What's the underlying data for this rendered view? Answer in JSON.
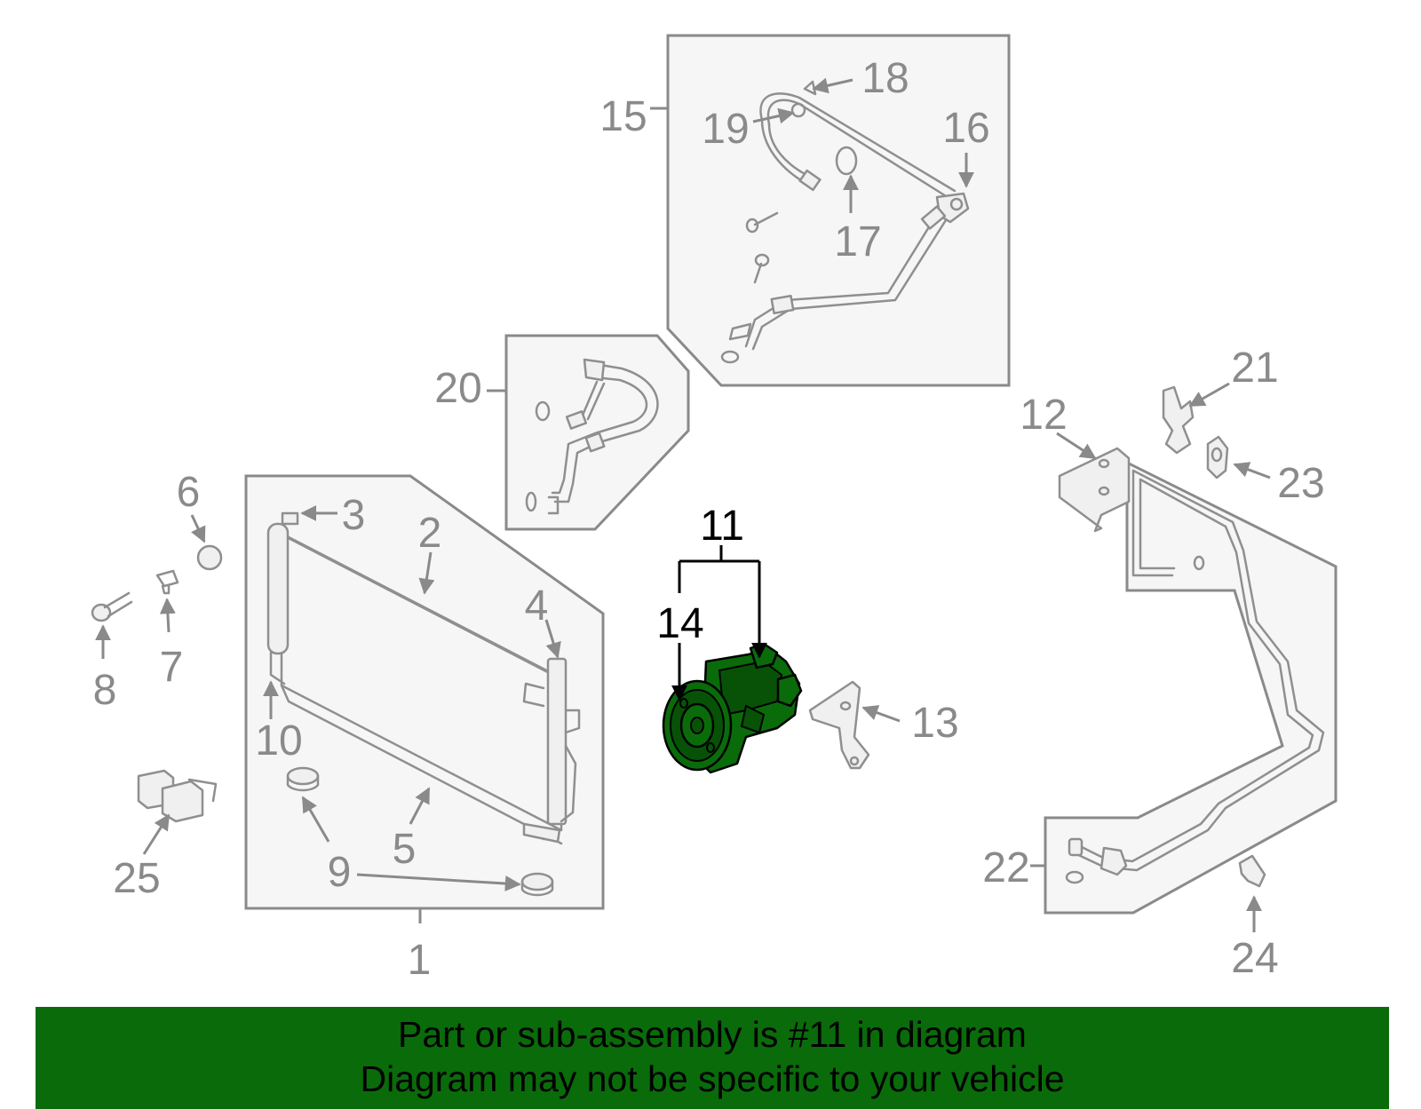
{
  "diagram": {
    "callouts": {
      "c1": "1",
      "c2": "2",
      "c3": "3",
      "c4": "4",
      "c5": "5",
      "c6": "6",
      "c7": "7",
      "c8": "8",
      "c9": "9",
      "c10": "10",
      "c11": "11",
      "c12": "12",
      "c13": "13",
      "c14": "14",
      "c15": "15",
      "c16": "16",
      "c17": "17",
      "c18": "18",
      "c19": "19",
      "c20": "20",
      "c21": "21",
      "c22": "22",
      "c23": "23",
      "c24": "24",
      "c25": "25"
    },
    "highlighted_part": "11",
    "highlight_color": "#0a6b0a",
    "callout_color": "#8a8a8a"
  },
  "footer": {
    "line1": "Part or sub-assembly is #11 in diagram",
    "line2": "Diagram may not be specific to your vehicle",
    "background": "#0a6b0a"
  }
}
